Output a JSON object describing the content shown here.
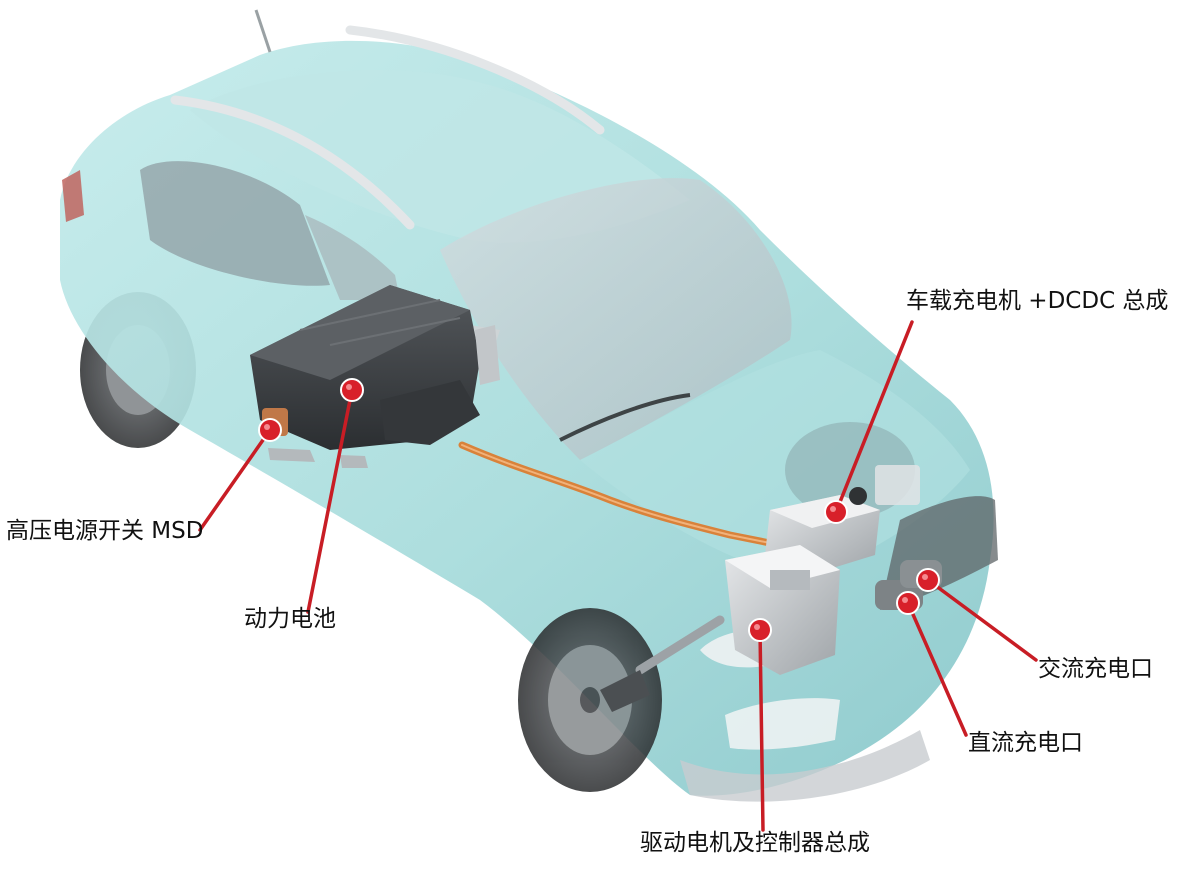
{
  "colors": {
    "body": "#a9dcdc",
    "body_dark": "#7fc3c6",
    "glass": "#c6d3d6",
    "battery": "#3a3d40",
    "cable": "#d9823a",
    "marker": "#d8202a",
    "leader": "#c81d25",
    "text": "#111111"
  },
  "labels": {
    "obc_dcdc": "车载充电机 +DCDC 总成",
    "msd": "高压电源开关 MSD",
    "battery": "动力电池",
    "ac_port": "交流充电口",
    "dc_port": "直流充电口",
    "motor": "驱动电机及控制器总成"
  }
}
